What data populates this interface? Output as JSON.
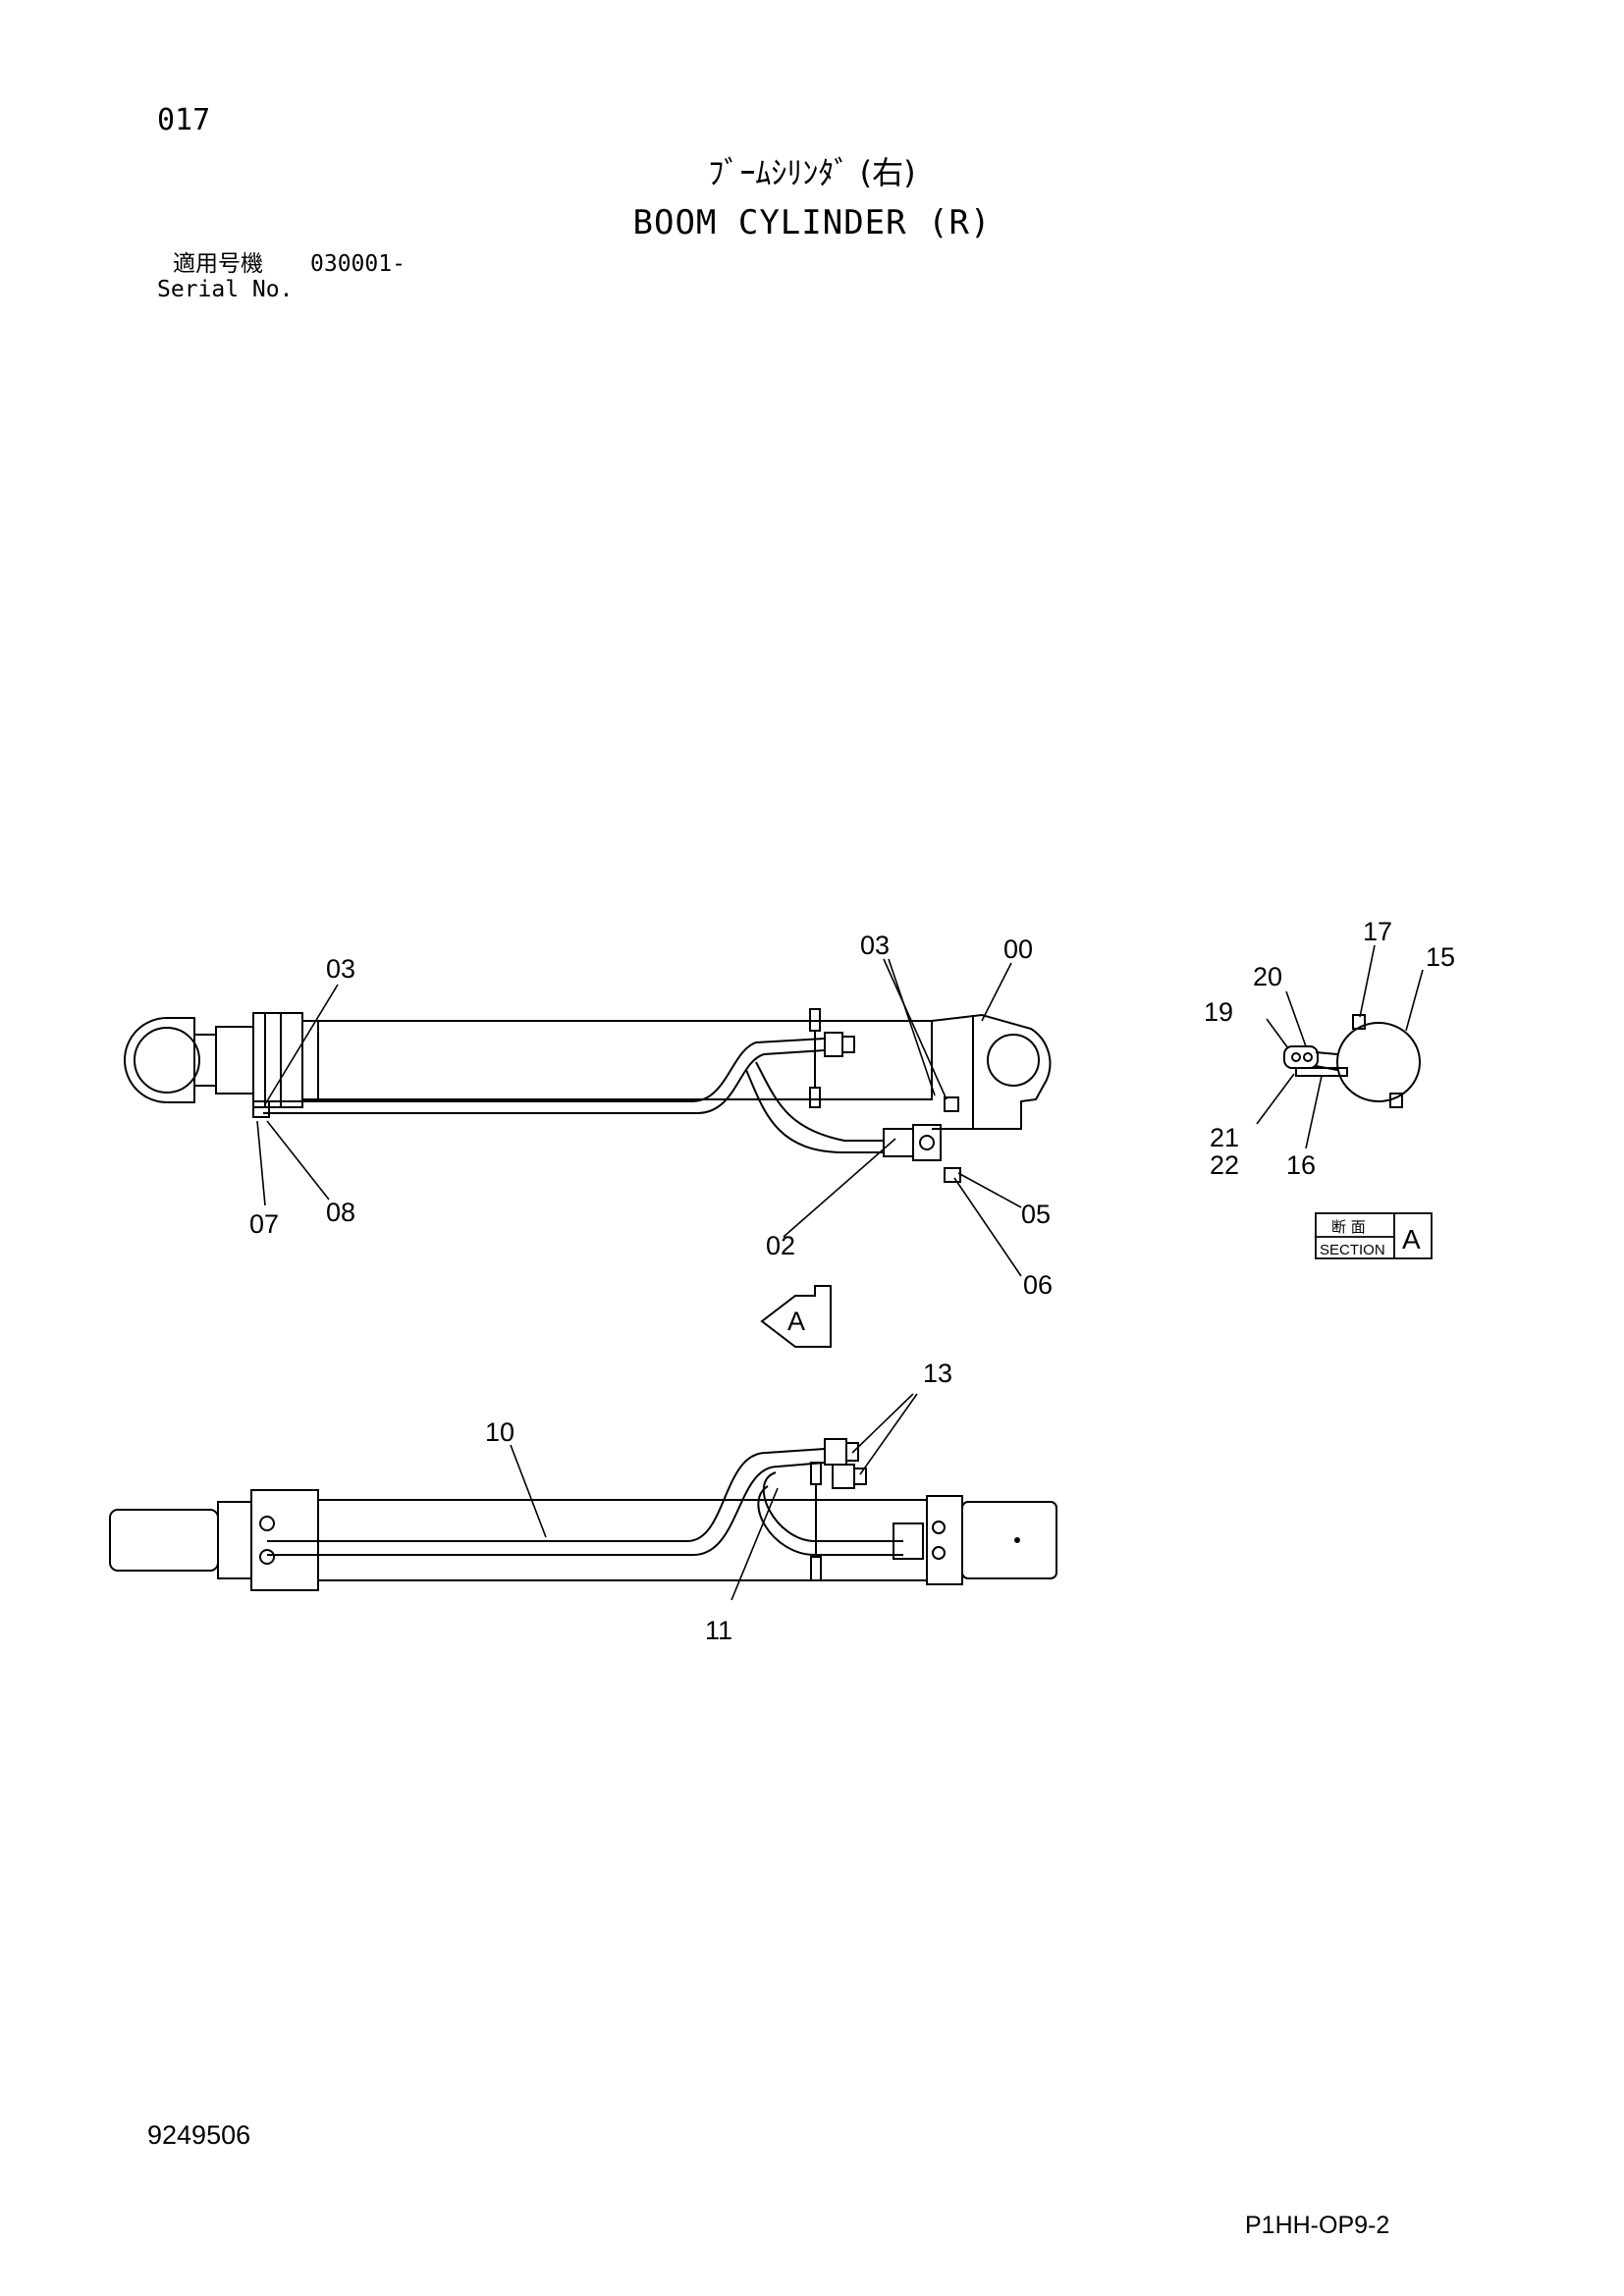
{
  "header": {
    "page_number": "017",
    "title_jp": "ﾌﾞｰﾑｼﾘﾝﾀﾞ (右)",
    "title_en": "BOOM CYLINDER (R)",
    "serial_label_jp": "適用号機",
    "serial_value": "030001-",
    "serial_label_en": "Serial No."
  },
  "diagram": {
    "callouts": {
      "c00": "00",
      "c02": "02",
      "c03a": "03",
      "c03b": "03",
      "c05": "05",
      "c06": "06",
      "c07": "07",
      "c08": "08",
      "c10": "10",
      "c11": "11",
      "c13": "13",
      "c15": "15",
      "c16": "16",
      "c17": "17",
      "c19": "19",
      "c20": "20",
      "c21": "21",
      "c22": "22"
    },
    "view_arrow_label": "A",
    "section_box": {
      "jp": "断 面",
      "en": "SECTION",
      "letter": "A"
    }
  },
  "footer": {
    "drawing_number": "9249506",
    "sheet_code": "P1HH-OP9-2"
  }
}
